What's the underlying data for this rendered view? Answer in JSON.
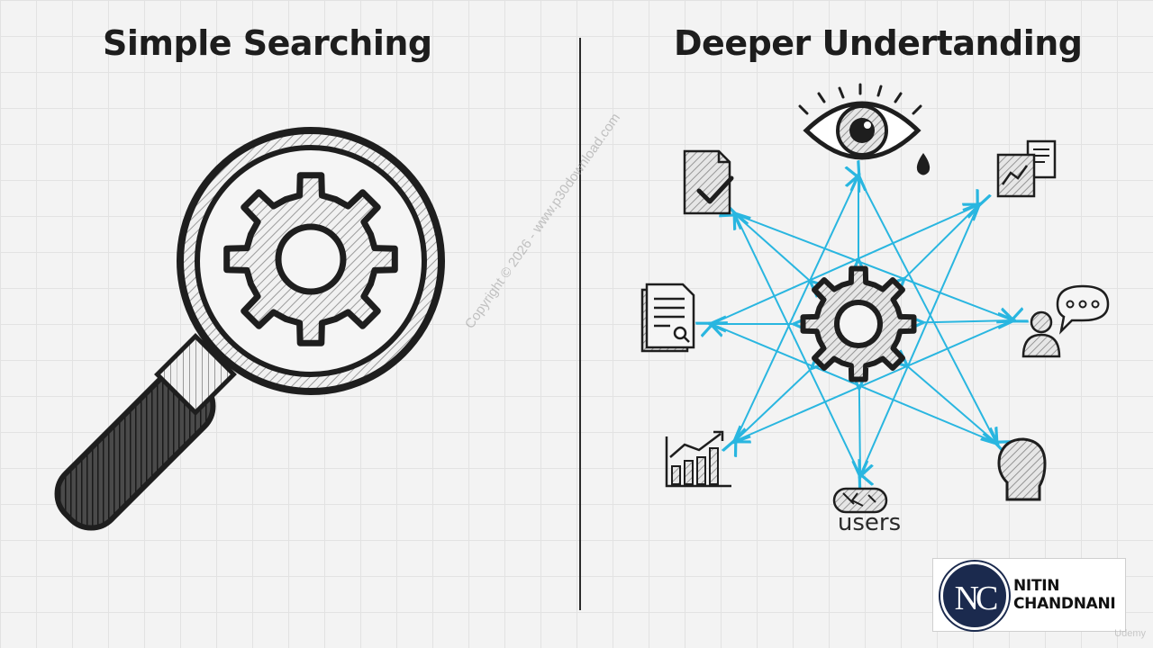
{
  "left_panel": {
    "title": "Simple Searching"
  },
  "right_panel": {
    "title": "Deeper Undertanding",
    "center": "gear-icon",
    "nodes": [
      {
        "icon": "eye-icon"
      },
      {
        "icon": "chart-report-icon"
      },
      {
        "icon": "user-chat-icon"
      },
      {
        "icon": "head-profile-icon"
      },
      {
        "icon": "users-icon",
        "label": "users"
      },
      {
        "icon": "bar-chart-icon"
      },
      {
        "icon": "search-document-icon"
      },
      {
        "icon": "checked-document-icon"
      }
    ],
    "arrow_color": "#29b6e0"
  },
  "watermark": "Copyright © 2026 - www.p30download.com",
  "brand": {
    "initials": "NC",
    "first_name": "NITIN",
    "last_name": "CHANDNANI"
  },
  "platform": "Udemy"
}
